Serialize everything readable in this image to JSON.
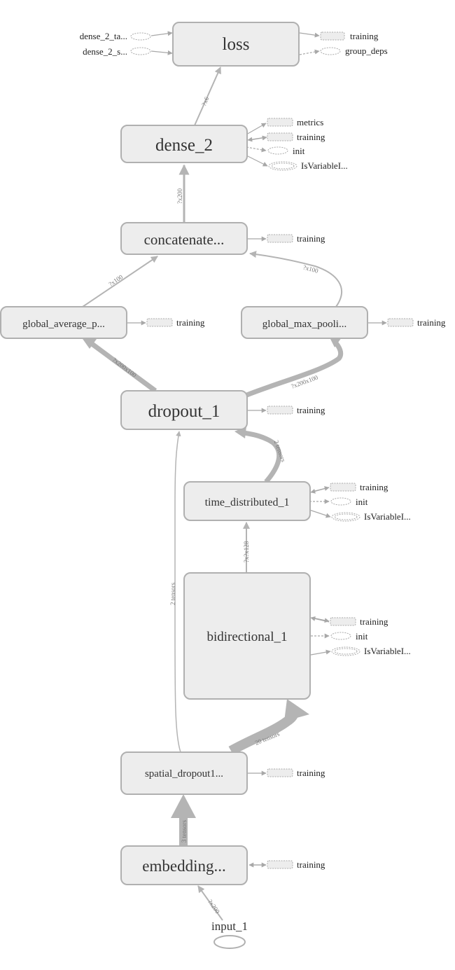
{
  "nodes": {
    "loss": "loss",
    "dense_2": "dense_2",
    "concatenate": "concatenate...",
    "global_average": "global_average_p...",
    "global_max": "global_max_pooli...",
    "dropout_1": "dropout_1",
    "time_distributed_1": "time_distributed_1",
    "bidirectional_1": "bidirectional_1",
    "spatial_dropout": "spatial_dropout1...",
    "embedding": "embedding...",
    "input_1": "input_1"
  },
  "aux": {
    "dense_2_ta": "dense_2_ta...",
    "dense_2_s": "dense_2_s...",
    "training": "training",
    "group_deps": "group_deps",
    "metrics": "metrics",
    "init": "init",
    "is_variable": "IsVariableI..."
  },
  "edge_labels": {
    "dense2_loss": "?x6",
    "concat_dense2": "?x200",
    "avg_concat": "?x100",
    "max_concat": "?x100",
    "dropout_avg": "?x200x100",
    "dropout_max": "?x200x100",
    "td_dropout": "2 tensors",
    "spatial_dropout": "2 tensors",
    "bi_td": "?x?x128",
    "spatial_bi": "20 tensors",
    "emb_spatial": "3 tensors",
    "input_emb": "?x200"
  }
}
